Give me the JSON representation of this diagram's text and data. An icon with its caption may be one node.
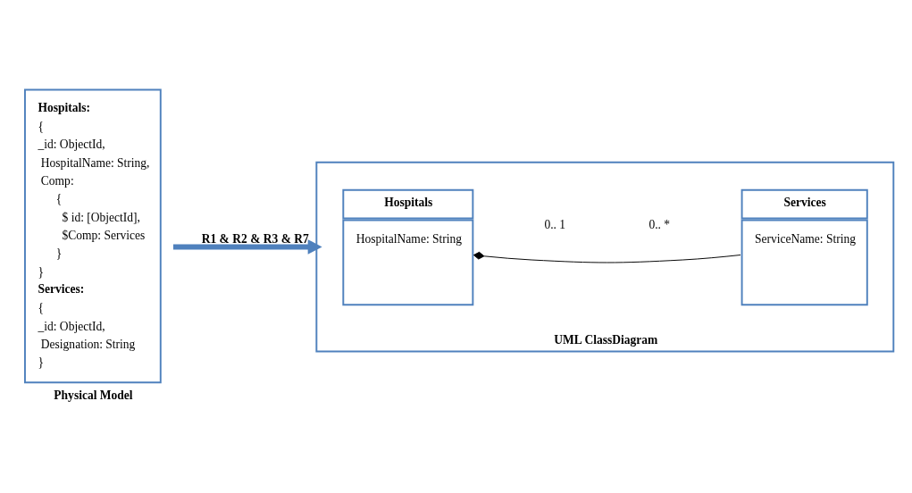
{
  "diagram": {
    "nodes": [
      {
        "text": [
          "Hospitals:",
          "{",
          "_id: ObjectId,",
          "HospitalName: String,",
          "Comp:",
          "{",
          "$ id: [ObjectId],",
          "$Comp: Services",
          "}",
          "}",
          "Services:",
          "{",
          "_id: ObjectId,",
          "Designation: String",
          "}"
        ],
        "beside": [
          "Physical Model"
        ]
      },
      {
        "text": [],
        "shape": "box",
        "beside": [
          "UML ClassDiagram"
        ]
      },
      {
        "text": [
          "Hospitals",
          "HospitalName: String"
        ],
        "in": 1
      },
      {
        "text": [
          "Services",
          "ServiceName: String"
        ],
        "in": 1
      }
    ],
    "edges": [
      {
        "from": 0,
        "to": 1,
        "arrow": "to",
        "label": "R1 & R2 & R3 & R7",
        "style": "thick",
        "color": "#4f81bd"
      },
      {
        "from": 2,
        "to": 3,
        "arrow": "other",
        "color": "#000000"
      }
    ],
    "labels": [
      "0.. 1",
      "0.. *"
    ]
  }
}
